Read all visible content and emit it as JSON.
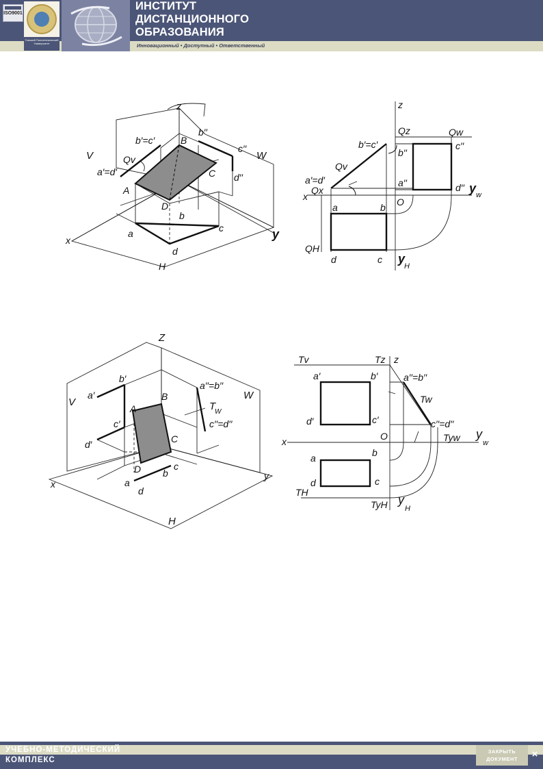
{
  "header": {
    "iso_label": "ISO9001",
    "university": "Томский Политехнический Университет",
    "title_lines": [
      "ИНСТИТУТ",
      "ДИСТАНЦИОННОГО",
      "ОБРАЗОВАНИЯ"
    ],
    "slogan": "Инновационный • Доступный • Ответственный",
    "colors": {
      "navy": "#4b5577",
      "beige": "#dcdcc4"
    }
  },
  "figure1_3d": {
    "labels": {
      "z": "z",
      "b_c_front": "b′=c′",
      "b_profile": "b′′",
      "c_profile": "c′′",
      "B": "B",
      "V": "V",
      "W": "W",
      "Qv": "Qv",
      "a_d_front": "a′=d′",
      "C": "C",
      "d_profile": "d′′",
      "A": "A",
      "D": "D",
      "b": "b",
      "c": "c",
      "a": "a",
      "d": "d",
      "x": "x",
      "y": "y",
      "H": "H"
    }
  },
  "figure1_epure": {
    "labels": {
      "z": "z",
      "Qz": "Qz",
      "Qw": "Qw",
      "b_c_front": "b′=c′",
      "b_profile": "b′′",
      "c_profile": "c′′",
      "Qv": "Qv",
      "a_profile": "a′′",
      "a_d_front": "a′=d′",
      "Qx": "Qx",
      "x": "x",
      "d_profile": "d′′",
      "yw": "y",
      "yw_sub": "w",
      "a": "a",
      "b": "b",
      "O": "O",
      "QH": "QH",
      "d": "d",
      "c": "c",
      "yh": "y",
      "yh_sub": "H"
    }
  },
  "figure2_3d": {
    "labels": {
      "z": "Z",
      "b_front": "b′",
      "a_b_profile": "a′′=b′′",
      "a_front": "a′",
      "V": "V",
      "W": "W",
      "B": "B",
      "A": "A",
      "Tw": "T",
      "Tw_sub": "W",
      "c_front": "c′",
      "c_d_profile": "c′′=d′′",
      "d_front": "d′",
      "C": "C",
      "D": "D",
      "b": "b",
      "c": "c",
      "x": "x",
      "a": "a",
      "d": "d",
      "y": "y",
      "H": "H"
    }
  },
  "figure2_epure": {
    "labels": {
      "Tv": "Tv",
      "Tz": "Tz",
      "z": "z",
      "a_front": "a′",
      "b_front": "b′",
      "a_b_profile": "a′′=b′′",
      "Tw": "Tw",
      "d_front": "d′",
      "c_front": "c′",
      "c_d_profile": "c′′=d′′",
      "Tyw": "Tyw",
      "x": "x",
      "O": "O",
      "yw": "y",
      "yw_sub": "w",
      "a": "a",
      "b": "b",
      "d": "d",
      "c": "c",
      "TH": "TH",
      "TyH": "TyH",
      "yh": "y",
      "yh_sub": "H"
    }
  },
  "footer": {
    "line1": "УЧЕБНО-МЕТОДИЧЕСКИЙ",
    "line2": "КОМПЛЕКС",
    "close_line1": "ЗАКРЫТЬ",
    "close_line2": "ДОКУМЕНТ",
    "close_icon": "×"
  }
}
